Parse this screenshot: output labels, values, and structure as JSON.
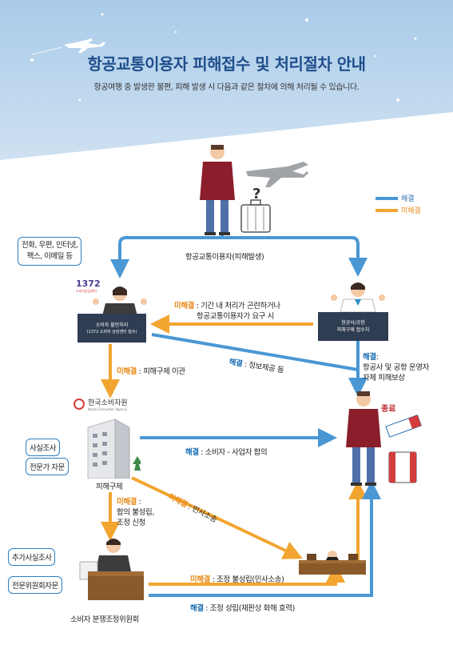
{
  "header": {
    "title": "항공교통이용자 피해접수 및 처리절차 안내",
    "subtitle": "항공여행 중 발생한 불편, 피해 발생 시 다음과 같은 절차에 의해 처리될 수 있습니다."
  },
  "legend": {
    "resolved": "해결",
    "unresolved": "미해결"
  },
  "colors": {
    "resolved": "#4a97d4",
    "unresolved": "#f2a531",
    "title": "#1f4e8c"
  },
  "nodes": {
    "user": "항공교통이용자(피해발생)",
    "channels": "전화, 우편, 인터넷,\n팩스, 이메일 등",
    "consumer_center_desk_line1": "소비자 불만처리",
    "consumer_center_desk_line2": "(1372 소비자 상담센터 접수)",
    "airline_desk_line1": "항공사/공항",
    "airline_desk_line2": "피해구제 접수처",
    "logo_1372": "1372",
    "logo_1372_sub": "소비자상담센터",
    "kca_name": "한국소비자원",
    "kca_en": "Korea Consumer Agency",
    "fact_check": "사실조사",
    "expert_advice": "전문가 자문",
    "relief": "피해구제",
    "end": "종료",
    "add_fact_check": "추가사실조사",
    "committee_advice": "전문위원회자문",
    "committee": "소비자 분쟁조정위원회"
  },
  "edges": {
    "airline_to_center_status": "미해결",
    "airline_to_center_text1": "기간 내 처리가 곤란하거나",
    "airline_to_center_text2": "항공교통이용자가 요구 시",
    "center_to_airline_status": "해결",
    "center_to_airline_text": "정보제공 등",
    "airline_resolve_status": "해결",
    "airline_resolve_text1": "항공사 및 공항 운영자",
    "airline_resolve_text2": "자체 피해보상",
    "center_to_kca_status": "미해결",
    "center_to_kca_text": "피해구제 이관",
    "kca_resolve_status": "해결",
    "kca_resolve_text": "소비자 - 사업자 합의",
    "kca_to_committee_status": "미해결",
    "kca_to_committee_text1": "합의 불성립,",
    "kca_to_committee_text2": "조정 신청",
    "kca_to_court_status": "미해결",
    "kca_to_court_text": "민사소송",
    "committee_to_court_status": "미해결",
    "committee_to_court_text": "조정 불성립(민사소송)",
    "committee_resolve_status": "해결",
    "committee_resolve_text": "조정 성립(재판상 화해 효력)"
  }
}
